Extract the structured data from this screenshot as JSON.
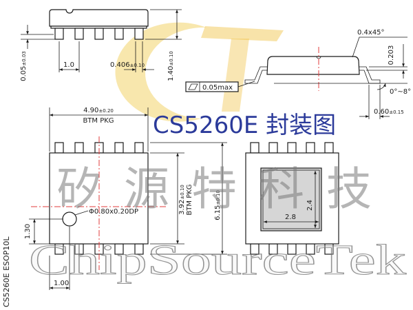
{
  "title": "CS5260E 封装图",
  "watermark": {
    "cn": "矽源特科技",
    "en": "ChipSourceTek"
  },
  "side_label": "CS5260E ESOP10L",
  "front_view": {
    "standoff": {
      "value": "0.05",
      "tol": "±0.03"
    },
    "pitch": "1.0",
    "lead_width": {
      "value": "0.406",
      "tol": "±0.10"
    },
    "height": {
      "value": "1.40",
      "tol": "±0.10"
    }
  },
  "side_view": {
    "chamfer": "0.4x45°",
    "lead_thickness": "0.203",
    "flatness": "0.05max",
    "angle": "0°~8°",
    "foot_length": {
      "value": "0.60",
      "tol": "±0.15"
    }
  },
  "top_view": {
    "length": {
      "value": "4.90",
      "tol": "±0.20"
    },
    "length_note": "BTM PKG",
    "width": {
      "value": "3.92",
      "tol": "±0.10"
    },
    "width_note": "BTM PKG",
    "span": {
      "value": "6.15",
      "tol": "±0.10"
    },
    "pin1_mark": "Φ0.80x0.20DP",
    "pin1_offset_y": "1.30",
    "pin1_offset_x": "1.00"
  },
  "bottom_view": {
    "pad_width": "2.8",
    "pad_height": "2.4"
  },
  "colors": {
    "title": "#2b3a9a",
    "centerline": "#e23b3b",
    "drawing": "#1a1a1a",
    "watermark": "#7a7a7a",
    "logo": "#f2cf5b"
  }
}
